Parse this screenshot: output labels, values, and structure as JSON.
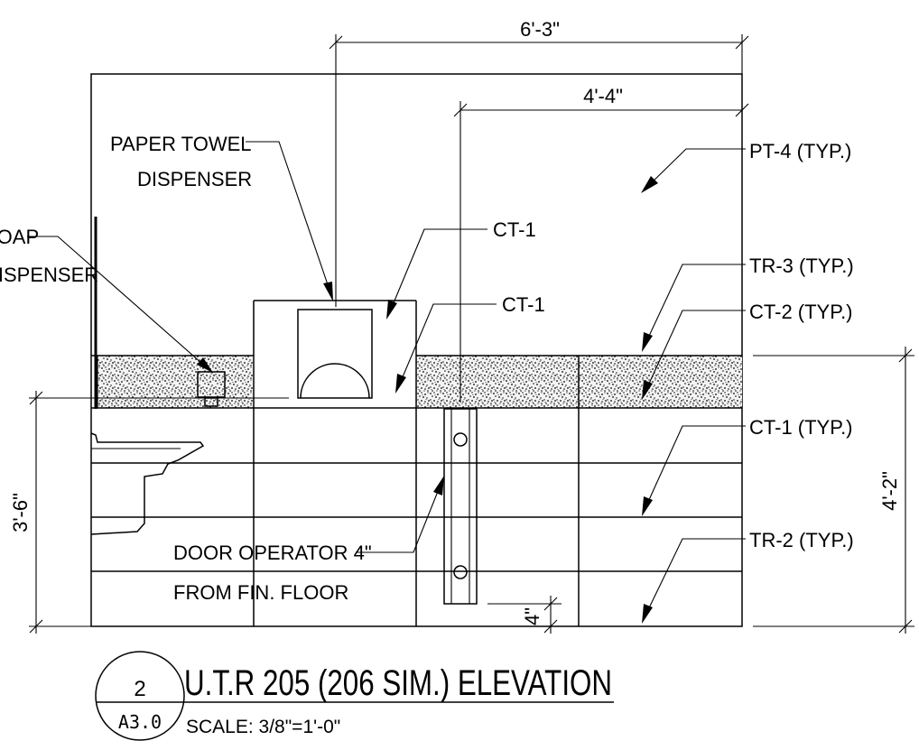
{
  "dimensions": {
    "overall_width": "6'-3\"",
    "partial_width": "4'-4\"",
    "counter_height": "3'-6\"",
    "band_height": "4'-2\"",
    "operator_height": "4\""
  },
  "labels": {
    "paper_towel_line1": "PAPER TOWEL",
    "paper_towel_line2": "DISPENSER",
    "soap_line1": "SOAP",
    "soap_line2": "DISPENSER",
    "ct1_a": "CT-1",
    "ct1_b": "CT-1",
    "pt4": "PT-4 (TYP.)",
    "tr3": "TR-3 (TYP.)",
    "ct2": "CT-2 (TYP.)",
    "ct1_typ": "CT-1 (TYP.)",
    "tr2": "TR-2 (TYP.)",
    "door_operator_line1": "DOOR OPERATOR 4\"",
    "door_operator_line2": "FROM FIN. FLOOR"
  },
  "title_block": {
    "detail_number": "2",
    "sheet_number": "A3.0",
    "title": "U.T.R 205 (206 SIM.) ELEVATION",
    "scale": "SCALE: 3/8\"=1'-0\""
  }
}
